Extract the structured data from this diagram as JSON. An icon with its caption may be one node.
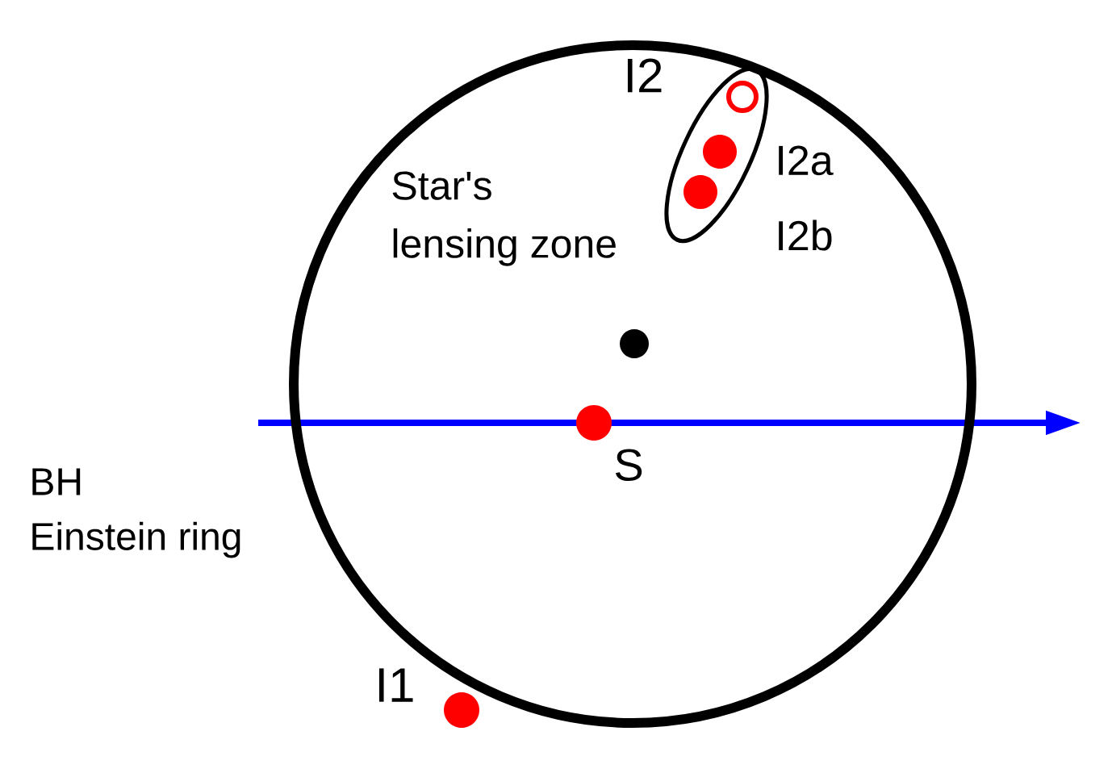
{
  "diagram": {
    "nodes": [
      {
        "text": [],
        "shape": "circle",
        "beside": [
          "BH Einstein ring"
        ]
      },
      {
        "text": [],
        "shape": "ellipse",
        "in": 0,
        "beside": [
          "I2"
        ]
      },
      {
        "text": [],
        "shape": "ring",
        "in": 1
      },
      {
        "text": [],
        "shape": "dot",
        "in": 1,
        "beside": [
          "I2a"
        ]
      },
      {
        "text": [],
        "shape": "dot",
        "in": 1,
        "beside": [
          "I2b"
        ]
      },
      {
        "text": [],
        "shape": "dot",
        "in": 0
      },
      {
        "text": [],
        "shape": "dot",
        "in": 0,
        "beside": [
          "S"
        ]
      },
      {
        "text": [],
        "shape": "dot",
        "beside": [
          "I1"
        ]
      }
    ],
    "labels": [
      "Star's lensing zone"
    ]
  }
}
